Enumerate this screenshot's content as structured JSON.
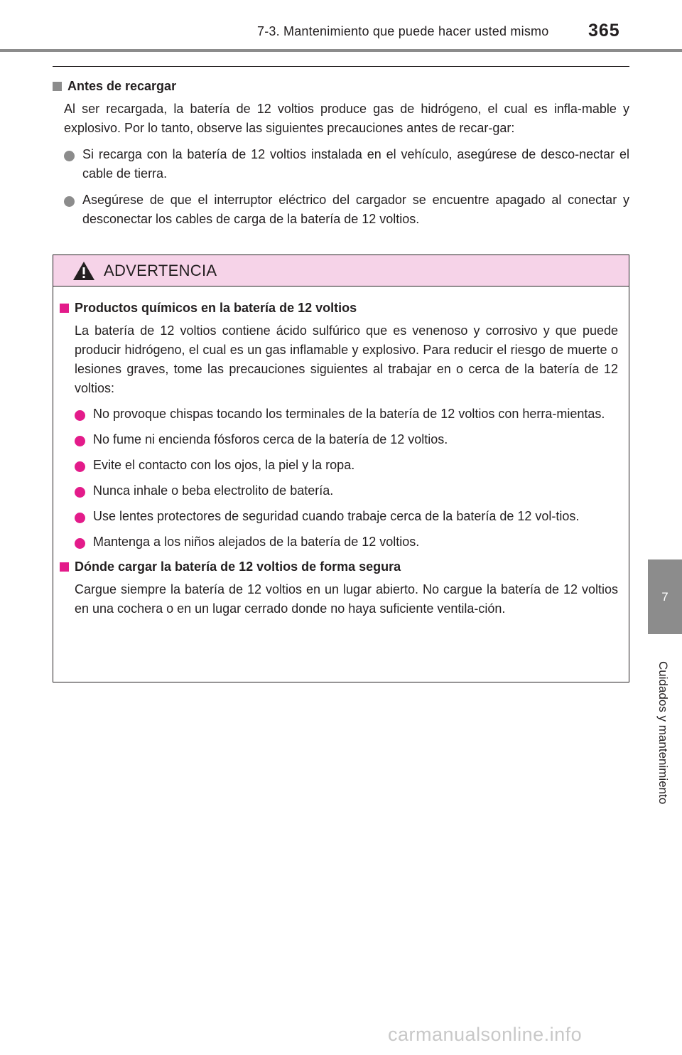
{
  "header": {
    "title": "7-3. Mantenimiento que puede hacer usted mismo",
    "page_number": "365"
  },
  "section1": {
    "heading": "Antes de recargar",
    "paragraph": "Al ser recargada, la batería de 12 voltios produce gas de hidrógeno, el cual es infla-mable y explosivo. Por lo tanto, observe las siguientes precauciones antes de recar-gar:",
    "bullets": [
      "Si recarga con la batería de 12 voltios instalada en el vehículo, asegúrese de desco-nectar el cable de tierra.",
      "Asegúrese de que el interruptor eléctrico del cargador se encuentre apagado al conectar y desconectar los cables de carga de la batería de 12 voltios."
    ]
  },
  "warning": {
    "title": "ADVERTENCIA",
    "sections": [
      {
        "heading": "Productos químicos en la batería de 12 voltios",
        "paragraph": "La batería de 12 voltios contiene ácido sulfúrico que es venenoso y corrosivo y que puede producir hidrógeno, el cual es un gas inflamable y explosivo. Para reducir el riesgo de muerte o lesiones graves, tome las precauciones siguientes al trabajar en o cerca de la batería de 12 voltios:",
        "bullets": [
          "No provoque chispas tocando los terminales de la batería de 12 voltios con herra-mientas.",
          "No fume ni encienda fósforos cerca de la batería de 12 voltios.",
          "Evite el contacto con los ojos, la piel y la ropa.",
          "Nunca inhale o beba electrolito de batería.",
          "Use lentes protectores de seguridad cuando trabaje cerca de la batería de 12 vol-tios.",
          "Mantenga a los niños alejados de la batería de 12 voltios."
        ]
      },
      {
        "heading": "Dónde cargar la batería de 12 voltios de forma segura",
        "paragraph": "Cargue siempre la batería de 12 voltios en un lugar abierto. No cargue la batería de 12 voltios en una cochera o en un lugar cerrado donde no haya suficiente ventila-ción.",
        "bullets": []
      }
    ]
  },
  "side_tab": {
    "number": "7",
    "label": "Cuidados y mantenimiento"
  },
  "watermark": "carmanualsonline.info",
  "colors": {
    "accent_gray": "#8c8c8c",
    "warning_pink": "#e31b8a",
    "warning_header_bg": "#f6d3e8"
  }
}
